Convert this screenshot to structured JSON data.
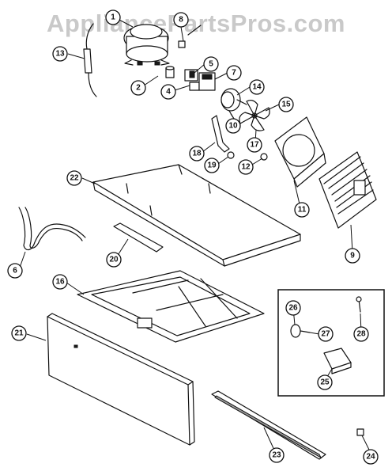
{
  "watermark": "AppliancePartsPros.com",
  "callouts": [
    {
      "id": "1",
      "label": "1"
    },
    {
      "id": "2",
      "label": "2"
    },
    {
      "id": "4",
      "label": "4"
    },
    {
      "id": "5",
      "label": "5"
    },
    {
      "id": "6",
      "label": "6"
    },
    {
      "id": "7",
      "label": "7"
    },
    {
      "id": "8",
      "label": "8"
    },
    {
      "id": "9",
      "label": "9"
    },
    {
      "id": "10",
      "label": "10"
    },
    {
      "id": "11",
      "label": "11"
    },
    {
      "id": "12",
      "label": "12"
    },
    {
      "id": "13",
      "label": "13"
    },
    {
      "id": "14",
      "label": "14"
    },
    {
      "id": "15",
      "label": "15"
    },
    {
      "id": "16",
      "label": "16"
    },
    {
      "id": "17",
      "label": "17"
    },
    {
      "id": "18",
      "label": "18"
    },
    {
      "id": "19",
      "label": "19"
    },
    {
      "id": "20",
      "label": "20"
    },
    {
      "id": "21",
      "label": "21"
    },
    {
      "id": "22",
      "label": "22"
    },
    {
      "id": "23",
      "label": "23"
    },
    {
      "id": "24",
      "label": "24"
    },
    {
      "id": "25",
      "label": "25"
    },
    {
      "id": "26",
      "label": "26"
    },
    {
      "id": "27",
      "label": "27"
    },
    {
      "id": "28",
      "label": "28"
    }
  ]
}
